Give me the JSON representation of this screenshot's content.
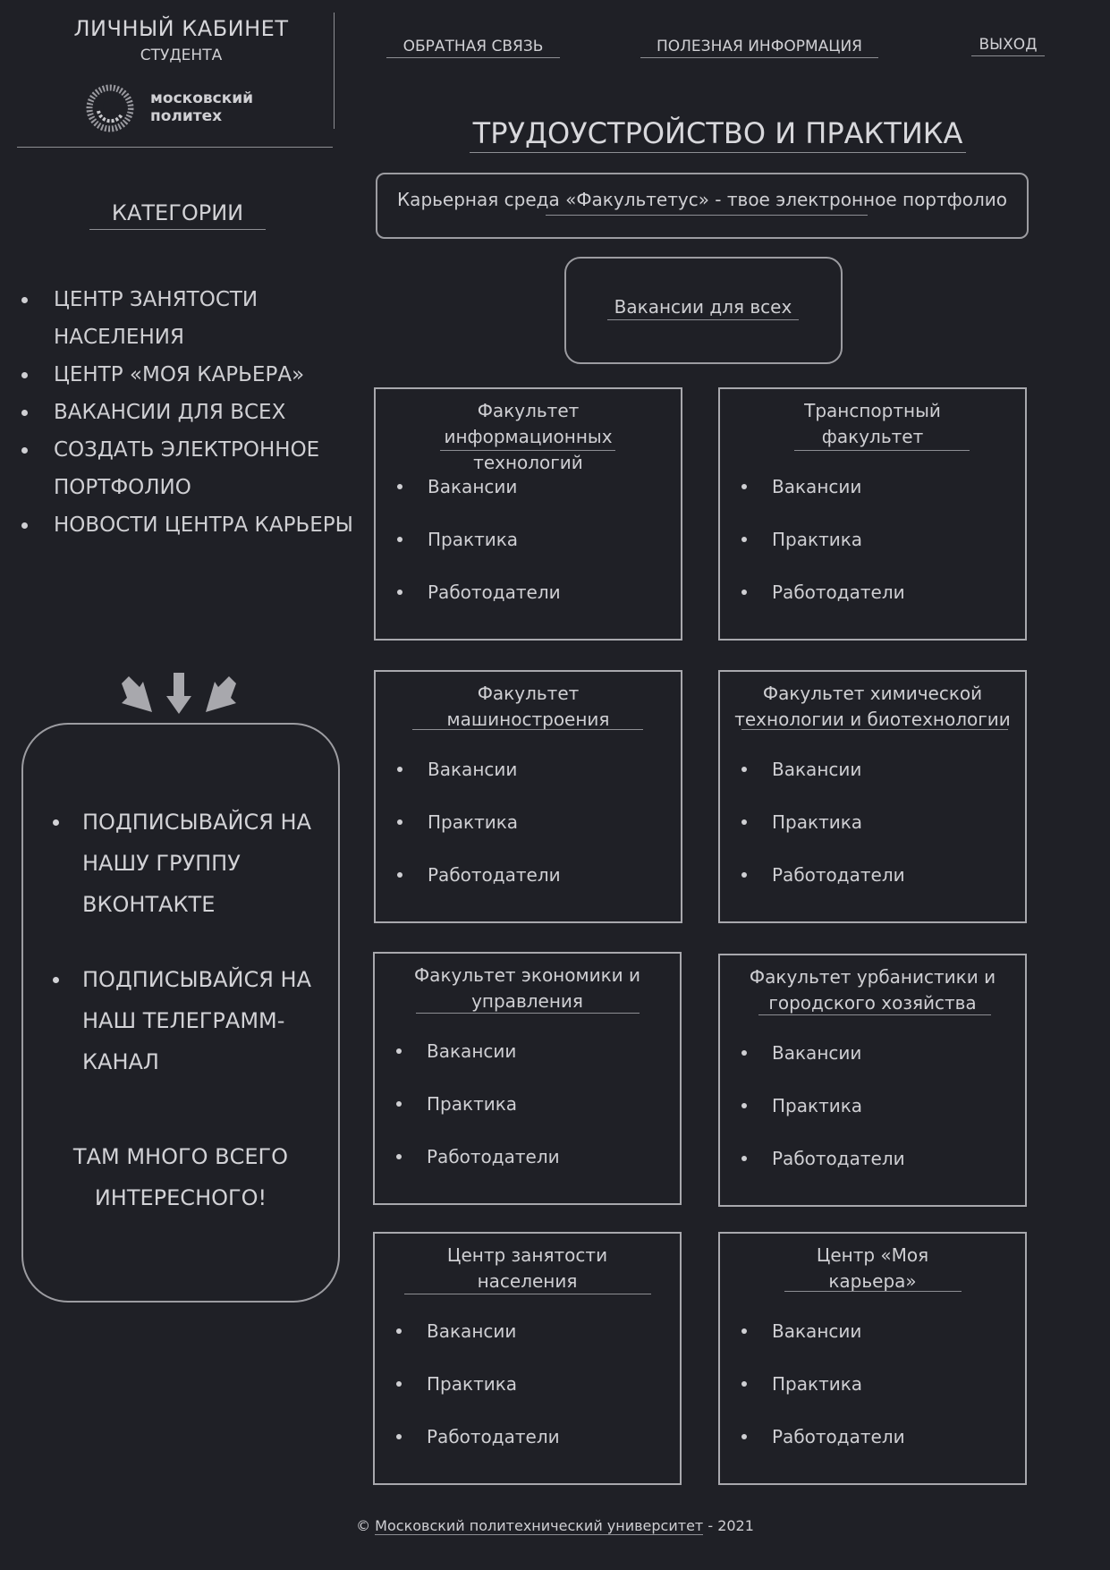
{
  "sidebar": {
    "title": "ЛИЧНЫЙ КАБИНЕТ",
    "subtitle": "СТУДЕНТА",
    "logo_line1": "московский",
    "logo_line2": "политех",
    "categories_title": "КАТЕГОРИИ",
    "categories": [
      "ЦЕНТР ЗАНЯТОСТИ НАСЕЛЕНИЯ",
      "ЦЕНТР «МОЯ КАРЬЕРА»",
      "ВАКАНСИИ ДЛЯ ВСЕХ",
      "СОЗДАТЬ ЭЛЕКТРОННОЕ ПОРТФОЛИО",
      "НОВОСТИ ЦЕНТРА КАРЬЕРЫ"
    ],
    "subscribe": [
      "ПОДПИСЫВАЙСЯ НА НАШУ ГРУППУ ВКОНТАКТЕ",
      "ПОДПИСЫВАЙСЯ НА НАШ ТЕЛЕГРАММ-КАНАЛ"
    ],
    "subscribe_note": "ТАМ МНОГО ВСЕГО ИНТЕРЕСНОГО!"
  },
  "nav": {
    "feedback": "ОБРАТНАЯ СВЯЗЬ",
    "useful": "ПОЛЕЗНАЯ ИНФОРМАЦИЯ",
    "logout": "ВЫХОД"
  },
  "main": {
    "title": "ТРУДОУСТРОЙСТВО И ПРАКТИКА",
    "career_link": "Карьерная среда «Факультетус» - твое электронное портфолио",
    "vacancies_all": "Вакансии для всех",
    "cards": [
      {
        "title": "Факультет информационных технологий",
        "items": [
          "Вакансии",
          "Практика",
          "Работодатели"
        ]
      },
      {
        "title": "Транспортный факультет",
        "items": [
          "Вакансии",
          "Практика",
          "Работодатели"
        ]
      },
      {
        "title": "Факультет машиностроения",
        "items": [
          "Вакансии",
          "Практика",
          "Работодатели"
        ]
      },
      {
        "title": "Факультет химической технологии и биотехнологии",
        "items": [
          "Вакансии",
          "Практика",
          "Работодатели"
        ]
      },
      {
        "title": "Факультет экономики и управления",
        "items": [
          "Вакансии",
          "Практика",
          "Работодатели"
        ]
      },
      {
        "title": "Факультет урбанистики и городского хозяйства",
        "items": [
          "Вакансии",
          "Практика",
          "Работодатели"
        ]
      },
      {
        "title": "Центр занятости населения",
        "items": [
          "Вакансии",
          "Практика",
          "Работодатели"
        ]
      },
      {
        "title": "Центр «Моя карьера»",
        "items": [
          "Вакансии",
          "Практика",
          "Работодатели"
        ]
      }
    ]
  },
  "footer": {
    "copyright": "©",
    "university": "Московский политехнический университет",
    "year": "- 2021"
  }
}
